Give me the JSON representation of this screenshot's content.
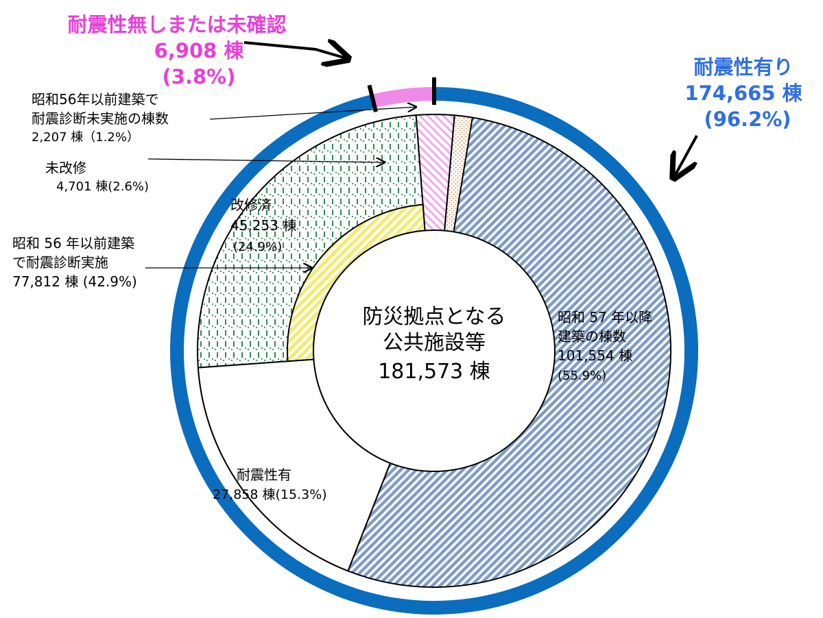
{
  "chart_data": {
    "type": "pie",
    "center_label": {
      "line1": "防災拠点となる",
      "line2": "公共施設等",
      "line3": "181,573 棟"
    },
    "total": 181573,
    "outer_ring": [
      {
        "key": "with",
        "label": "耐震性有り",
        "count_text": "174,665 棟",
        "pct_text": "(96.2%)",
        "value": 174665,
        "color": "#0a6dbd",
        "text_color": "#2f6fe0"
      },
      {
        "key": "without",
        "label": "耐震性無しまたは未確認",
        "count_text": "6,908 棟",
        "pct_text": "(3.8%)",
        "value": 6908,
        "color": "#f08ae8",
        "text_color": "#e83fd8"
      }
    ],
    "segments": [
      {
        "key": "post57",
        "lines": [
          "昭和 57 年以降",
          "建築の棟数",
          "101,554 棟",
          "(55.9%)"
        ],
        "value": 101554,
        "color": "#7e9cc9"
      },
      {
        "key": "diag",
        "lines": [
          "昭和 56 年以前建築",
          "で耐震診断実施",
          "77,812 棟 (42.9%)"
        ],
        "value": 77812,
        "color": "#2e8b57"
      },
      {
        "key": "notrenov",
        "lines": [
          "未改修",
          "4,701 棟(2.6%)"
        ],
        "value": 4701,
        "color": "#f4a8ee"
      },
      {
        "key": "nodiag",
        "lines": [
          "昭和56年以前建築で",
          "耐震診断未実施の棟数",
          "2,207 棟（1.2%）"
        ],
        "value": 2207,
        "color": "#e08a3a"
      }
    ],
    "inner_segments": [
      {
        "key": "renov",
        "lines": [
          "改修済",
          "45,253 棟",
          "(24.9%)"
        ],
        "value": 45253,
        "color": "#f1ec6e"
      },
      {
        "key": "quake",
        "lines": [
          "耐震性有",
          "27,858 棟(15.3%)"
        ],
        "value": 27858,
        "color": "#ffffff"
      }
    ]
  }
}
